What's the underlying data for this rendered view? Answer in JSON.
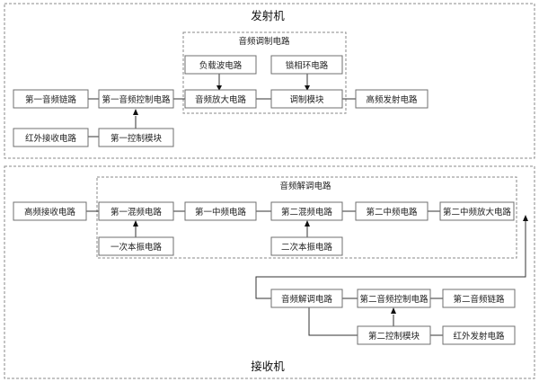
{
  "transmitter": {
    "title": "发射机",
    "modulation_group": "音频调制电路",
    "blocks": {
      "first_audio_link": "第一音频链路",
      "first_audio_control": "第一音频控制电路",
      "audio_amplifier": "音频放大电路",
      "modulation_module": "调制模块",
      "hf_transmit": "高频发射电路",
      "carrier": "负载波电路",
      "pll": "锁相环电路",
      "ir_receive": "红外接收电路",
      "first_control_module": "第一控制模块"
    }
  },
  "receiver": {
    "title": "接收机",
    "demodulation_group": "音频解调电路",
    "blocks": {
      "hf_receive": "高频接收电路",
      "first_mixer": "第一混频电路",
      "first_if": "第一中频电路",
      "second_mixer": "第二混频电路",
      "second_if": "第二中频电路",
      "second_if_amp": "第二中频放大电路",
      "first_local_osc": "一次本振电路",
      "second_local_osc": "二次本振电路",
      "audio_demod": "音频解调电路",
      "second_audio_control": "第二音频控制电路",
      "second_audio_link": "第二音频链路",
      "second_control_module": "第二控制模块",
      "ir_transmit": "红外发射电路"
    }
  }
}
